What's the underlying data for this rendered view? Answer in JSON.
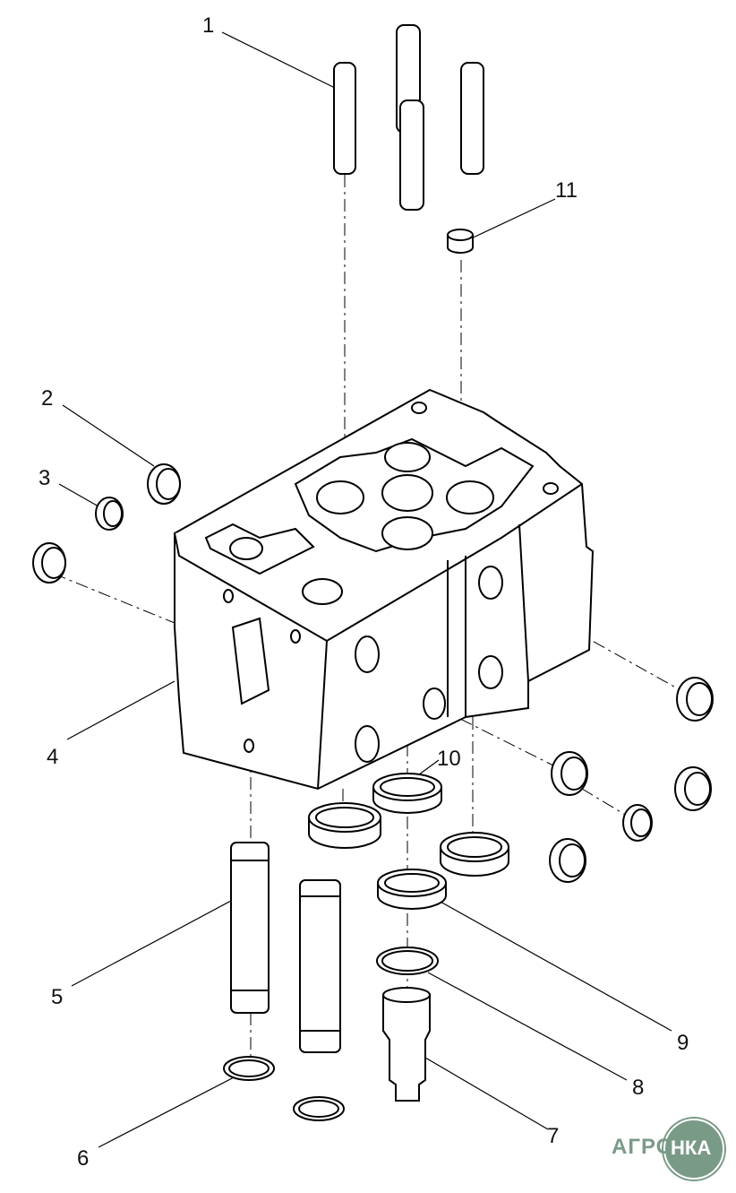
{
  "diagram": {
    "callouts": [
      "1",
      "2",
      "3",
      "4",
      "5",
      "6",
      "7",
      "8",
      "9",
      "10",
      "11"
    ]
  },
  "logo": {
    "left_text": "АГРО",
    "right_text": "НКА",
    "color": "#7a9a88"
  }
}
